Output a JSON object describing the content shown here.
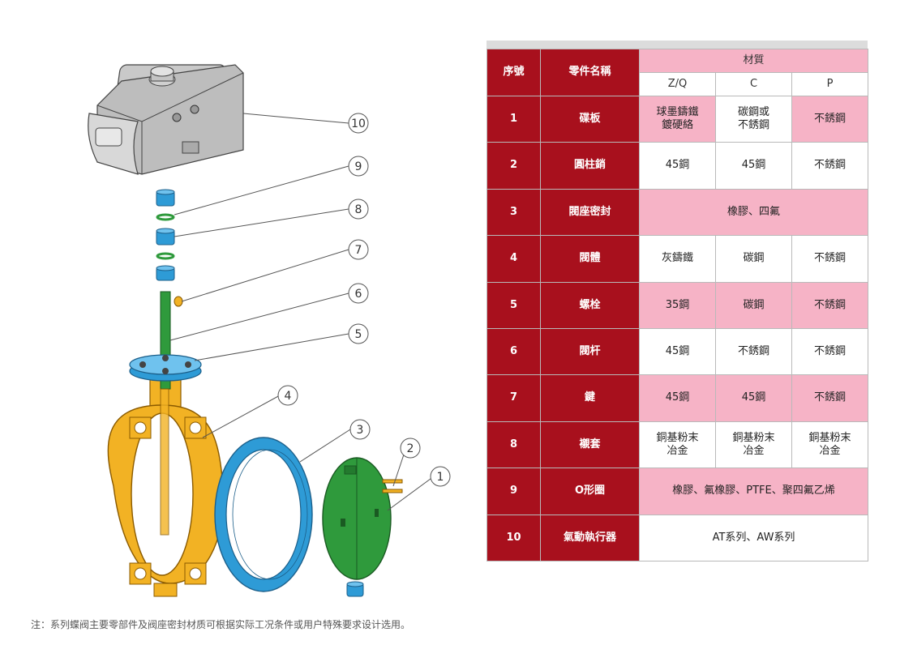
{
  "table": {
    "headers": {
      "no": "序號",
      "name": "零件名稱",
      "material": "材質",
      "z": "Z/Q",
      "c": "C",
      "p": "P"
    },
    "rows": [
      {
        "no": "1",
        "name": "碟板",
        "z": "球墨鑄鐵\n鍍硬絡",
        "c": "碳鋼或\n不銹鋼",
        "p": "不銹鋼",
        "pink": [
          true,
          false,
          true
        ]
      },
      {
        "no": "2",
        "name": "圓柱銷",
        "z": "45鋼",
        "c": "45鋼",
        "p": "不銹鋼",
        "pink": [
          false,
          false,
          false
        ]
      },
      {
        "no": "3",
        "name": "閥座密封",
        "span": "橡膠、四氟",
        "pink": [
          true
        ]
      },
      {
        "no": "4",
        "name": "閥體",
        "z": "灰鑄鐵",
        "c": "碳鋼",
        "p": "不銹鋼",
        "pink": [
          false,
          false,
          false
        ]
      },
      {
        "no": "5",
        "name": "螺栓",
        "z": "35鋼",
        "c": "碳鋼",
        "p": "不銹鋼",
        "pink": [
          true,
          true,
          true
        ]
      },
      {
        "no": "6",
        "name": "閥杆",
        "z": "45鋼",
        "c": "不銹鋼",
        "p": "不銹鋼",
        "pink": [
          false,
          false,
          false
        ]
      },
      {
        "no": "7",
        "name": "鍵",
        "z": "45鋼",
        "c": "45鋼",
        "p": "不銹鋼",
        "pink": [
          true,
          true,
          true
        ]
      },
      {
        "no": "8",
        "name": "襯套",
        "z": "銅基粉末\n冶金",
        "c": "銅基粉末\n冶金",
        "p": "銅基粉末\n冶金",
        "pink": [
          false,
          false,
          false
        ]
      },
      {
        "no": "9",
        "name": "O形圈",
        "span": "橡膠、氟橡膠、PTFE、聚四氟乙烯",
        "pink": [
          true
        ]
      },
      {
        "no": "10",
        "name": "氣動執行器",
        "span": "AT系列、AW系列",
        "pink": [
          false
        ]
      }
    ]
  },
  "callouts": [
    "1",
    "2",
    "3",
    "4",
    "5",
    "6",
    "7",
    "8",
    "9",
    "10"
  ],
  "footnote": "注：系列蝶阀主要零部件及阀座密封材质可根据实际工况条件或用户特殊要求设计选用。",
  "colors": {
    "header_red": "#a8101d",
    "pink": "#f6b3c6",
    "body_yellow": "#f2b224",
    "seat_blue": "#2e9bd6",
    "disc_green": "#2f9a3c"
  }
}
